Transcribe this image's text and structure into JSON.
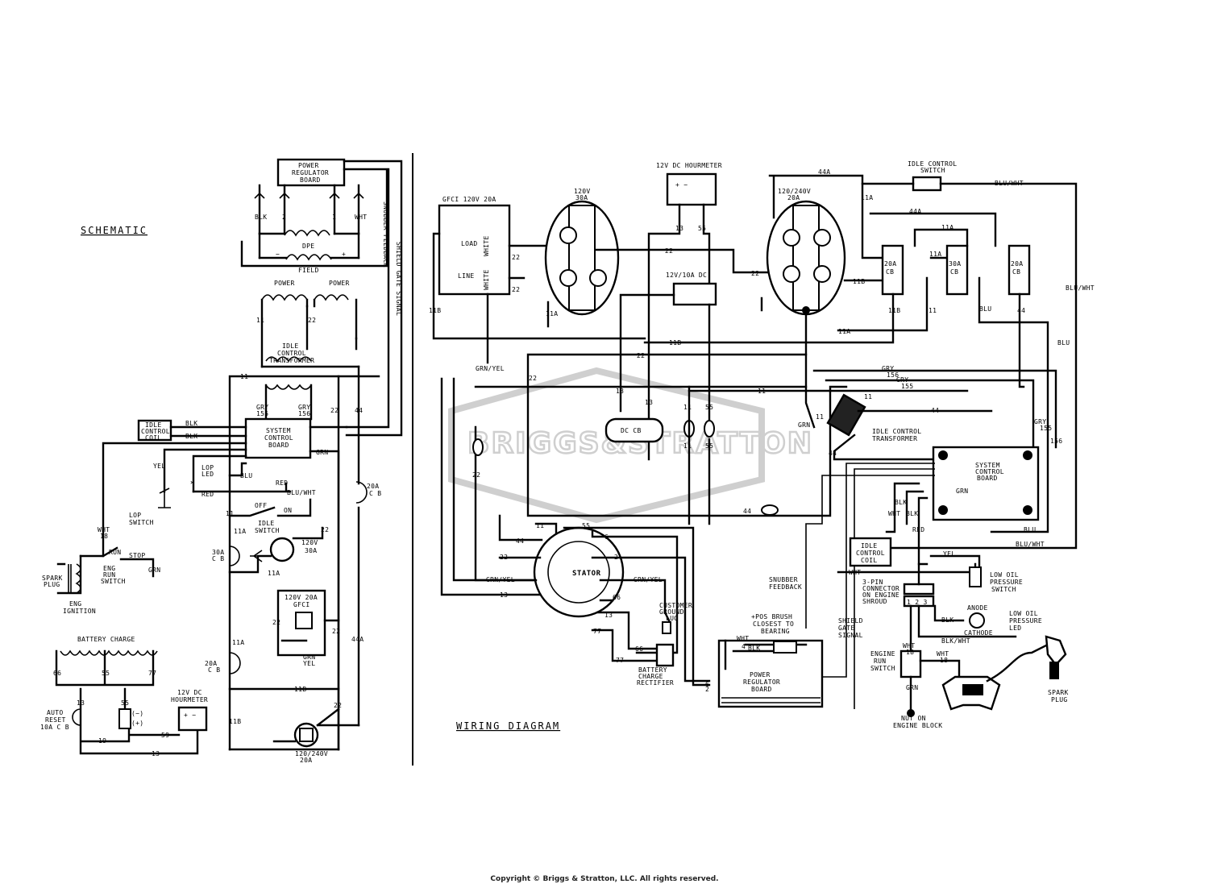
{
  "titles": {
    "schematic": "SCHEMATIC",
    "wiring": "WIRING DIAGRAM"
  },
  "watermark": "BRIGGS&STRATTON",
  "copyright": "Copyright © Briggs & Stratton, LLC. All rights reserved.",
  "schematic": {
    "power_regulator_board": [
      "POWER",
      "REGULATOR",
      "BOARD"
    ],
    "reg_pins": [
      "BLK",
      "2",
      "1",
      "WHT"
    ],
    "dpe": "DPE",
    "field": "FIELD",
    "power_left": "POWER",
    "power_right": "POWER",
    "idle_control_transformer": [
      "IDLE",
      "CONTROL",
      "TRANSFORMER"
    ],
    "snubber_feedback": "SNUBBER FEEDBACK",
    "shield_gate_signal": "SHIELD GATE SIGNAL",
    "gry_155": [
      "GRY",
      "155"
    ],
    "gry_156": [
      "GRY",
      "156"
    ],
    "system_control_board": [
      "SYSTEM",
      "CONTROL",
      "BOARD"
    ],
    "idle_control_coil": [
      "IDLE",
      "CONTROL",
      "COIL"
    ],
    "blk": "BLK",
    "yel": "YEL",
    "lop_led": [
      "LOP",
      "LED"
    ],
    "lop_switch": [
      "LOP",
      "SWITCH"
    ],
    "blu": "BLU",
    "red": "RED",
    "grn": "GRN",
    "blu_wht": "BLU/WHT",
    "off": "OFF",
    "on": "ON",
    "idle_switch": [
      "IDLE",
      "SWITCH"
    ],
    "r120v_30a": [
      "120V",
      "30A"
    ],
    "cb30a": [
      "30A",
      "C B"
    ],
    "cb20a_right": [
      "20A",
      "C B"
    ],
    "cb20a_low": [
      "20A",
      "C B"
    ],
    "wht18": [
      "WHT",
      "18"
    ],
    "run": "RUN",
    "stop": "STOP",
    "eng_run_switch": [
      "ENG",
      "RUN",
      "SWITCH"
    ],
    "spark_plug": [
      "SPARK",
      "PLUG"
    ],
    "eng_ignition": [
      "ENG",
      "IGNITION"
    ],
    "gfci_box": [
      "120V 20A",
      "GFCI"
    ],
    "grn_yel": [
      "GRN",
      "YEL"
    ],
    "battery_charge": "BATTERY CHARGE",
    "auto_reset": [
      "AUTO",
      "RESET",
      "10A C B"
    ],
    "hourmeter": [
      "12V DC",
      "HOURMETER"
    ],
    "recept_240": [
      "120/240V",
      "20A"
    ],
    "wire_numbers": {
      "w11": "11",
      "w22": "22",
      "w44": "44",
      "w44a": "44A",
      "w11a": "11A",
      "w11b": "11B",
      "w66": "66",
      "w55": "55",
      "w77": "77",
      "w13": "13",
      "w19": "19",
      "w59": "59",
      "w2": "2"
    }
  },
  "wiring": {
    "gfci_title": "GFCI 120V 20A",
    "load": "LOAD",
    "line": "LINE",
    "white": "WHITE",
    "r120v_30a": [
      "120V",
      "30A"
    ],
    "hourmeter": "12V DC HOURMETER",
    "dc_cb": "12V/10A DC",
    "r120_240": [
      "120/240V",
      "20A"
    ],
    "idle_control_switch": [
      "IDLE CONTROL",
      "SWITCH"
    ],
    "blu_wht": "BLU/WHT",
    "cb20a": [
      "20A",
      "CB"
    ],
    "cb30a": [
      "30A",
      "CB"
    ],
    "blu": "BLU",
    "grn_yel": "GRN/YEL",
    "grn": "GRN",
    "gry155": [
      "GRY",
      "155"
    ],
    "gry156": [
      "GRY",
      "156"
    ],
    "idle_control_transformer": [
      "IDLE CONTROL",
      "TRANSFORMER"
    ],
    "dc_cb_label": "DC CB",
    "system_control_board": [
      "SYSTEM",
      "CONTROL",
      "BOARD"
    ],
    "idle_control_coil": [
      "IDLE",
      "CONTROL",
      "COIL"
    ],
    "wht": "WHT",
    "blk": "BLK",
    "red": "RED",
    "yel": "YEL",
    "stator": "STATOR",
    "customer_ground_lug": [
      "CUSTOMER",
      "GROUND",
      "LUG"
    ],
    "battery_charge_rectifier": [
      "BATTERY",
      "CHARGE",
      "RECTIFIER"
    ],
    "snubber_feedback": [
      "SNUBBER",
      "FEEDBACK"
    ],
    "brush_note": [
      "+POS BRUSH",
      "CLOSEST TO",
      "BEARING"
    ],
    "shield_gate_signal": [
      "SHIELD",
      "GATE",
      "SIGNAL"
    ],
    "power_regulator_board": [
      "POWER",
      "REGULATOR",
      "BOARD"
    ],
    "three_pin": [
      "3-PIN",
      "CONNECTOR",
      "ON ENGINE",
      "SHROUD"
    ],
    "low_oil_switch": [
      "LOW OIL",
      "PRESSURE",
      "SWITCH"
    ],
    "anode": "ANODE",
    "cathode": "CATHODE",
    "low_oil_led": [
      "LOW OIL",
      "PRESSURE",
      "LED"
    ],
    "blk_wht": "BLK/WHT",
    "engine_run_switch": [
      "ENGINE",
      "RUN",
      "SWITCH"
    ],
    "wht18": [
      "WHT",
      "18"
    ],
    "spark_plug": [
      "SPARK",
      "PLUG"
    ],
    "nut_engine_block": [
      "NUT ON",
      "ENGINE BLOCK"
    ],
    "wire_numbers": {
      "w11": "11",
      "w11a": "11A",
      "w11b": "11B",
      "w22": "22",
      "w13": "13",
      "w55": "55",
      "w44": "44",
      "w44a": "44A",
      "w6": "6",
      "w2": "2",
      "w66": "66",
      "w77": "77",
      "w4": "4"
    }
  }
}
